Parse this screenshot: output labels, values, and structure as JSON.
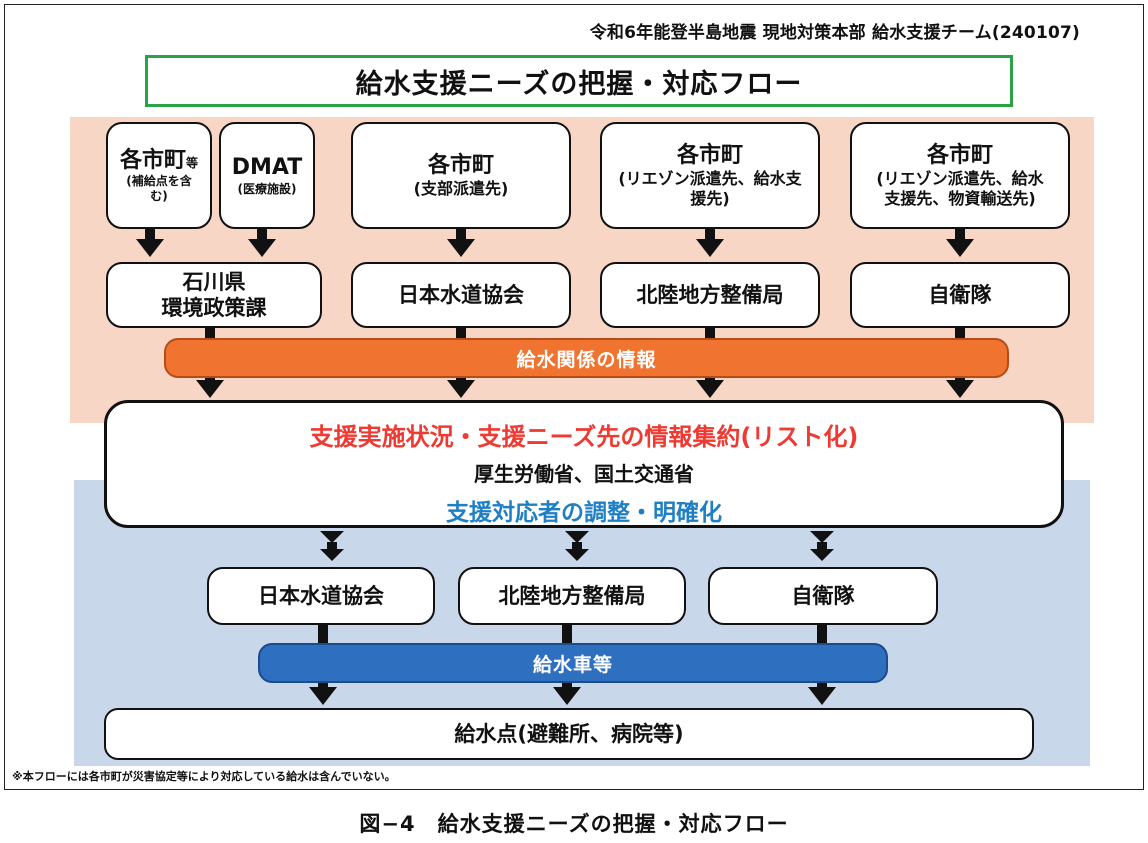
{
  "header": {
    "text": "令和6年能登半島地震 現地対策本部 給水支援チーム(240107)"
  },
  "title": "給水支援ニーズの把握・対応フロー",
  "sources": [
    {
      "title": "各市町",
      "title_suffix": "等",
      "subtitle": "(補給点を含む)"
    },
    {
      "title": "DMAT",
      "subtitle": "(医療施設)"
    },
    {
      "title": "各市町",
      "subtitle": "(支部派遣先)"
    },
    {
      "title": "各市町",
      "subtitle": "(リエゾン派遣先、給水支援先)"
    },
    {
      "title": "各市町",
      "subtitle": "(リエゾン派遣先、給水支援先、物資輸送先)"
    }
  ],
  "receivers": [
    {
      "label_line1": "石川県",
      "label_line2": "環境政策課"
    },
    {
      "label_line1": "日本水道協会"
    },
    {
      "label_line1": "北陸地方整備局"
    },
    {
      "label_line1": "自衛隊"
    }
  ],
  "info_bar": "給水関係の情報",
  "center": {
    "line1": "支援実施状況・支援ニーズ先の情報集約(リスト化)",
    "line2": "厚生労働省、国土交通省",
    "line3": "支援対応者の調整・明確化"
  },
  "responders": [
    "日本水道協会",
    "北陸地方整備局",
    "自衛隊"
  ],
  "vehicle_bar": "給水車等",
  "destination": "給水点(避難所、病院等)",
  "footnote": "※本フローには各市町が災害協定等により対応している給水は含んでいない。",
  "caption": "図−4　給水支援ニーズの把握・対応フロー",
  "colors": {
    "accent_orange": "#f07330",
    "accent_blue": "#2f6fc0",
    "highlight_red": "#ee3a32",
    "highlight_blue": "#1f7fc4",
    "title_border_green": "#2aa346",
    "band_top": "#f7d6c6",
    "band_bottom": "#c9d7ea"
  }
}
